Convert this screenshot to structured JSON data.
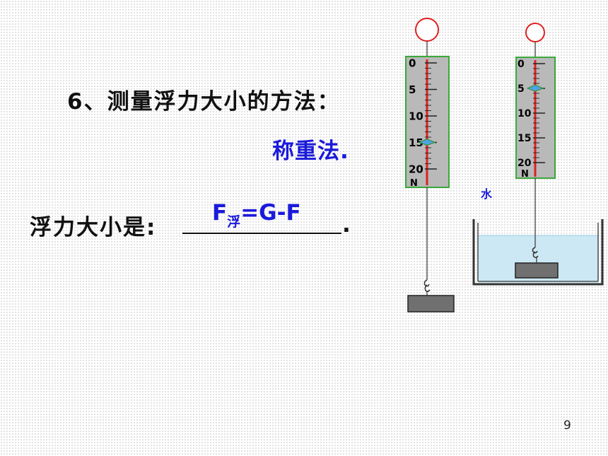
{
  "slide": {
    "heading": "6、测量浮力大小的方法：",
    "method": "称重法.",
    "buoyancy_label": "浮力大小是:",
    "formula": {
      "main": "F",
      "subscript": "浮",
      "rest": "=G-F"
    },
    "trailing_period": ".",
    "page_number": "9"
  },
  "diagram": {
    "water_label": "水",
    "scale_unit": "N",
    "scale_ticks": [
      "0",
      "5",
      "10",
      "15",
      "20"
    ],
    "scale_max": 20,
    "scale_in_air": {
      "reading": 15
    },
    "scale_in_water": {
      "reading": 5
    },
    "colors": {
      "scale_body": "#b9b9b9",
      "scale_border": "#3aa83a",
      "scale_axis": "#e02020",
      "water": "#cde8f5",
      "text_accent": "#1a1adb",
      "ring": "#e02020"
    }
  }
}
